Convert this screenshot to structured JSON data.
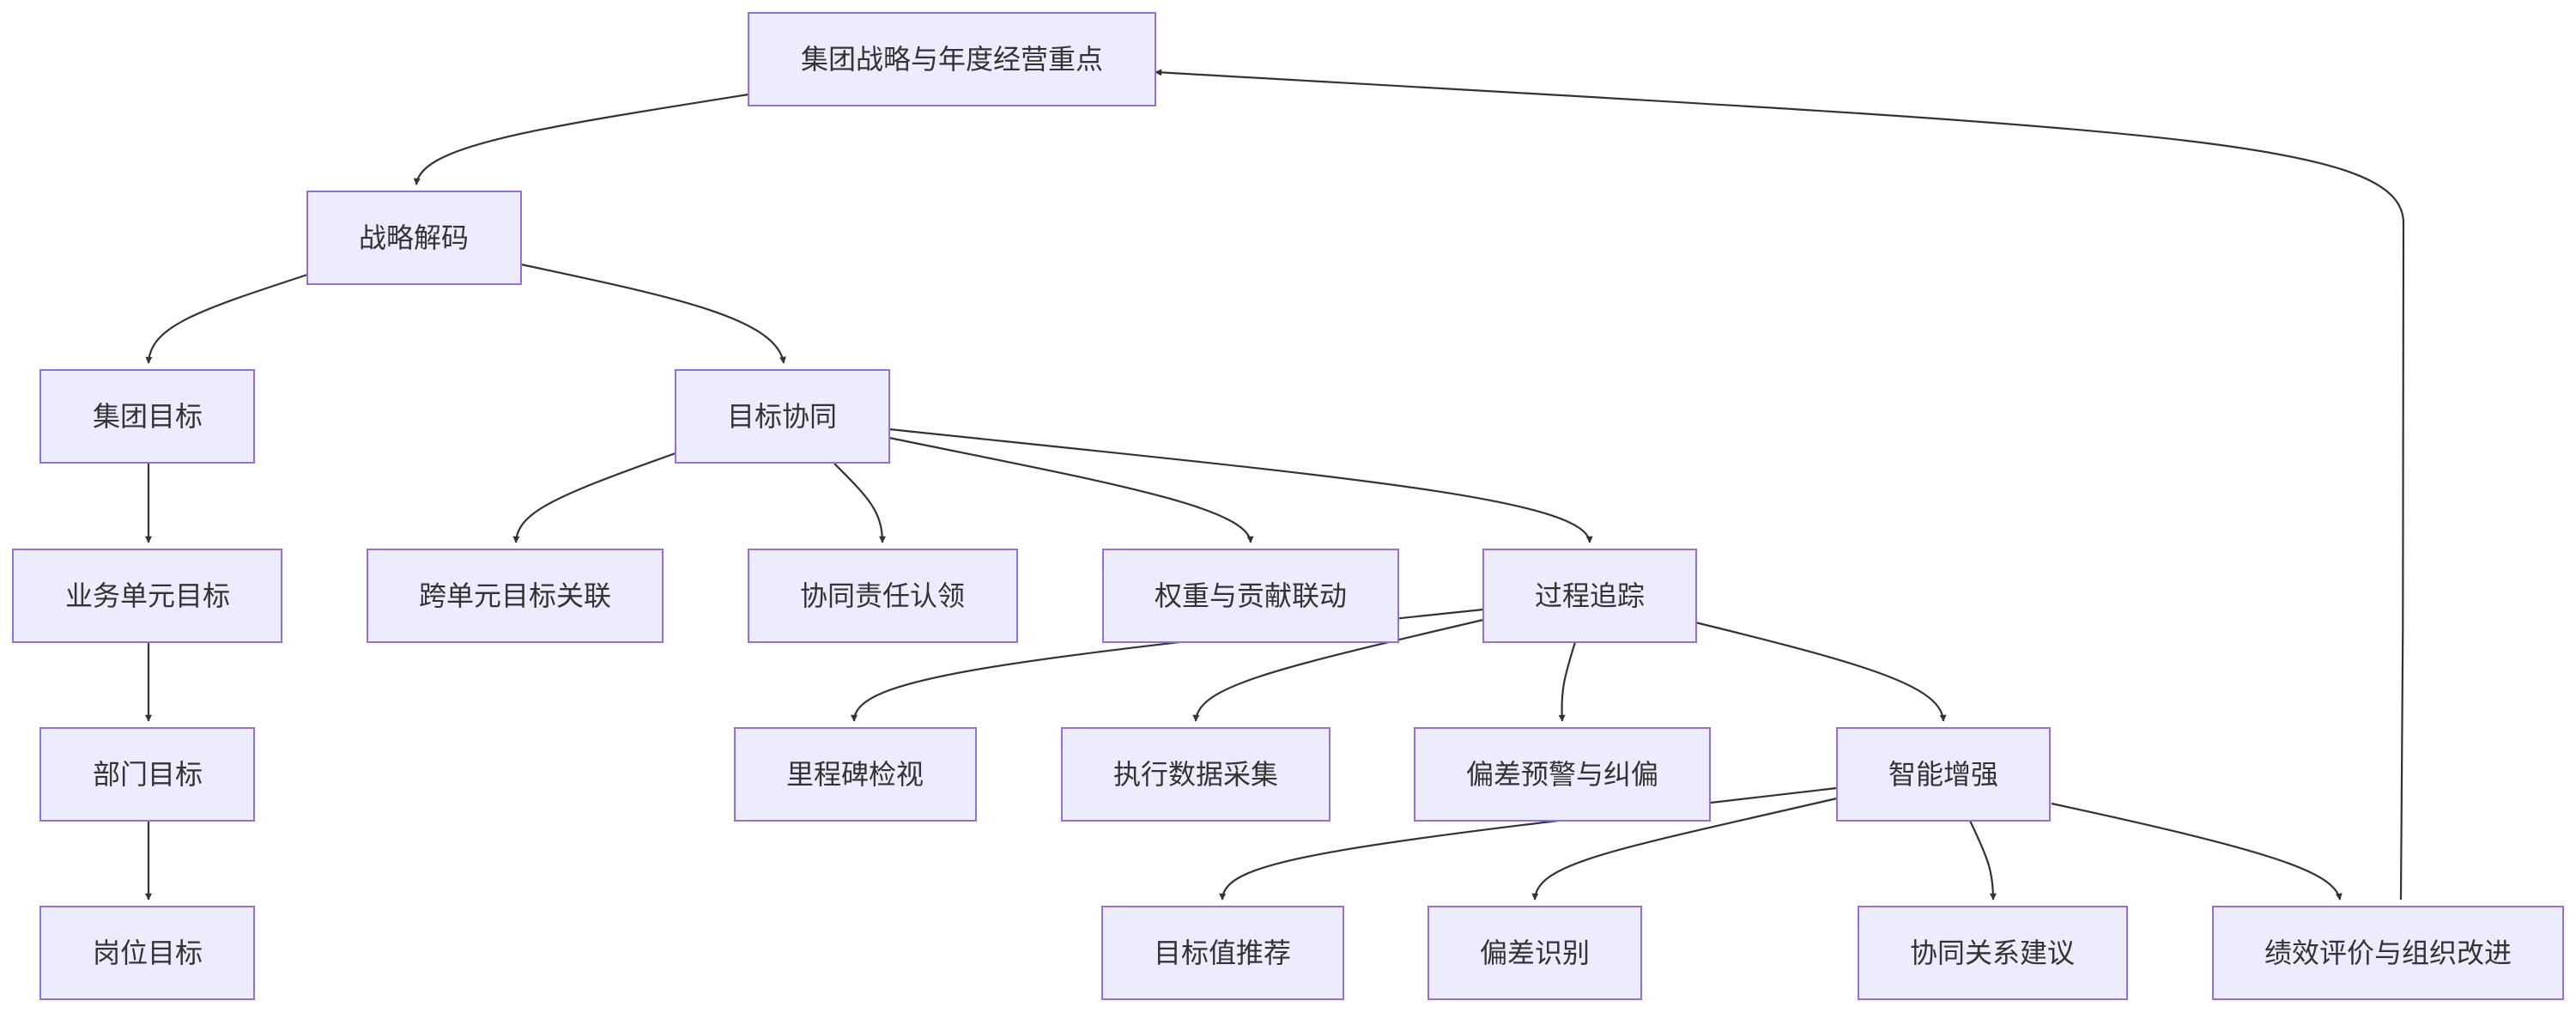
{
  "nodes": {
    "strategy": "集团战略与年度经营重点",
    "decode": "战略解码",
    "group_goal": "集团目标",
    "goal_collab": "目标协同",
    "bu_goal": "业务单元目标",
    "cross_link": "跨单元目标关联",
    "collab_claim": "协同责任认领",
    "weight_link": "权重与贡献联动",
    "process_track": "过程追踪",
    "dept_goal": "部门目标",
    "milestone": "里程碑检视",
    "exec_data": "执行数据采集",
    "deviation_alert": "偏差预警与纠偏",
    "smart": "智能增强",
    "post_goal": "岗位目标",
    "target_recommend": "目标值推荐",
    "deviation_detect": "偏差识别",
    "collab_suggest": "协同关系建议",
    "perf_eval": "绩效评价与组织改进"
  },
  "edges": [
    [
      "strategy",
      "decode"
    ],
    [
      "decode",
      "group_goal"
    ],
    [
      "decode",
      "goal_collab"
    ],
    [
      "group_goal",
      "bu_goal"
    ],
    [
      "bu_goal",
      "dept_goal"
    ],
    [
      "dept_goal",
      "post_goal"
    ],
    [
      "goal_collab",
      "cross_link"
    ],
    [
      "goal_collab",
      "collab_claim"
    ],
    [
      "goal_collab",
      "weight_link"
    ],
    [
      "goal_collab",
      "process_track"
    ],
    [
      "process_track",
      "milestone"
    ],
    [
      "process_track",
      "exec_data"
    ],
    [
      "process_track",
      "deviation_alert"
    ],
    [
      "process_track",
      "smart"
    ],
    [
      "smart",
      "target_recommend"
    ],
    [
      "smart",
      "deviation_detect"
    ],
    [
      "smart",
      "collab_suggest"
    ],
    [
      "smart",
      "perf_eval"
    ],
    [
      "perf_eval",
      "strategy"
    ]
  ],
  "colors": {
    "node_fill": "#ececfe",
    "node_border": "#9470db",
    "edge": "#333333",
    "text": "#333333"
  }
}
